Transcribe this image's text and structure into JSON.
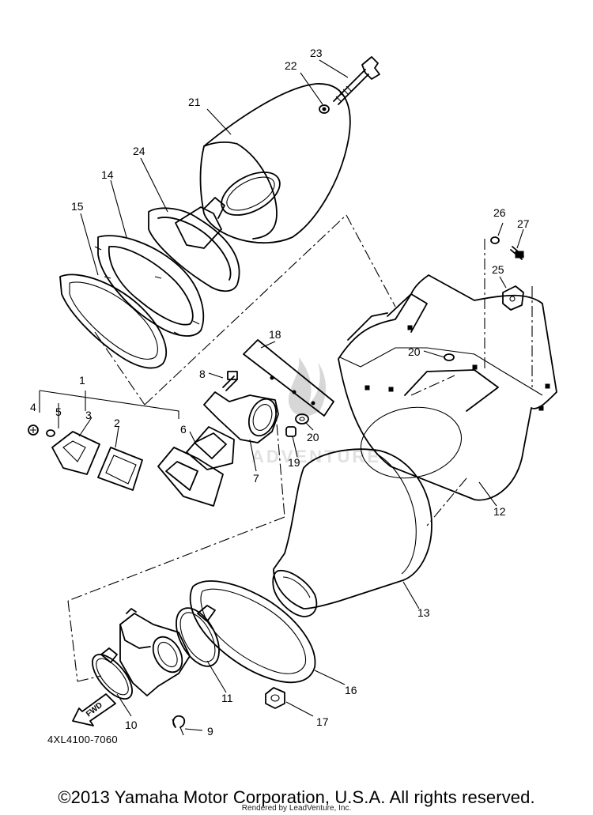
{
  "diagram": {
    "part_code": "4XL4100-7060",
    "fwd_label": "FWD",
    "watermark": "ADVENTURE",
    "callouts": {
      "c1": "1",
      "c2": "2",
      "c3": "3",
      "c4": "4",
      "c5": "5",
      "c6": "6",
      "c7": "7",
      "c8": "8",
      "c9": "9",
      "c10": "10",
      "c11": "11",
      "c12": "12",
      "c13": "13",
      "c14": "14",
      "c15": "15",
      "c16": "16",
      "c17": "17",
      "c18": "18",
      "c19": "19",
      "c20a": "20",
      "c20b": "20",
      "c21": "21",
      "c22": "22",
      "c23": "23",
      "c24": "24",
      "c25": "25",
      "c26": "26",
      "c27": "27"
    }
  },
  "footer": {
    "copyright": "©2013 Yamaha Motor Corporation, U.S.A. All rights reserved.",
    "rendered_by": "Rendered by LeadVenture, Inc."
  }
}
